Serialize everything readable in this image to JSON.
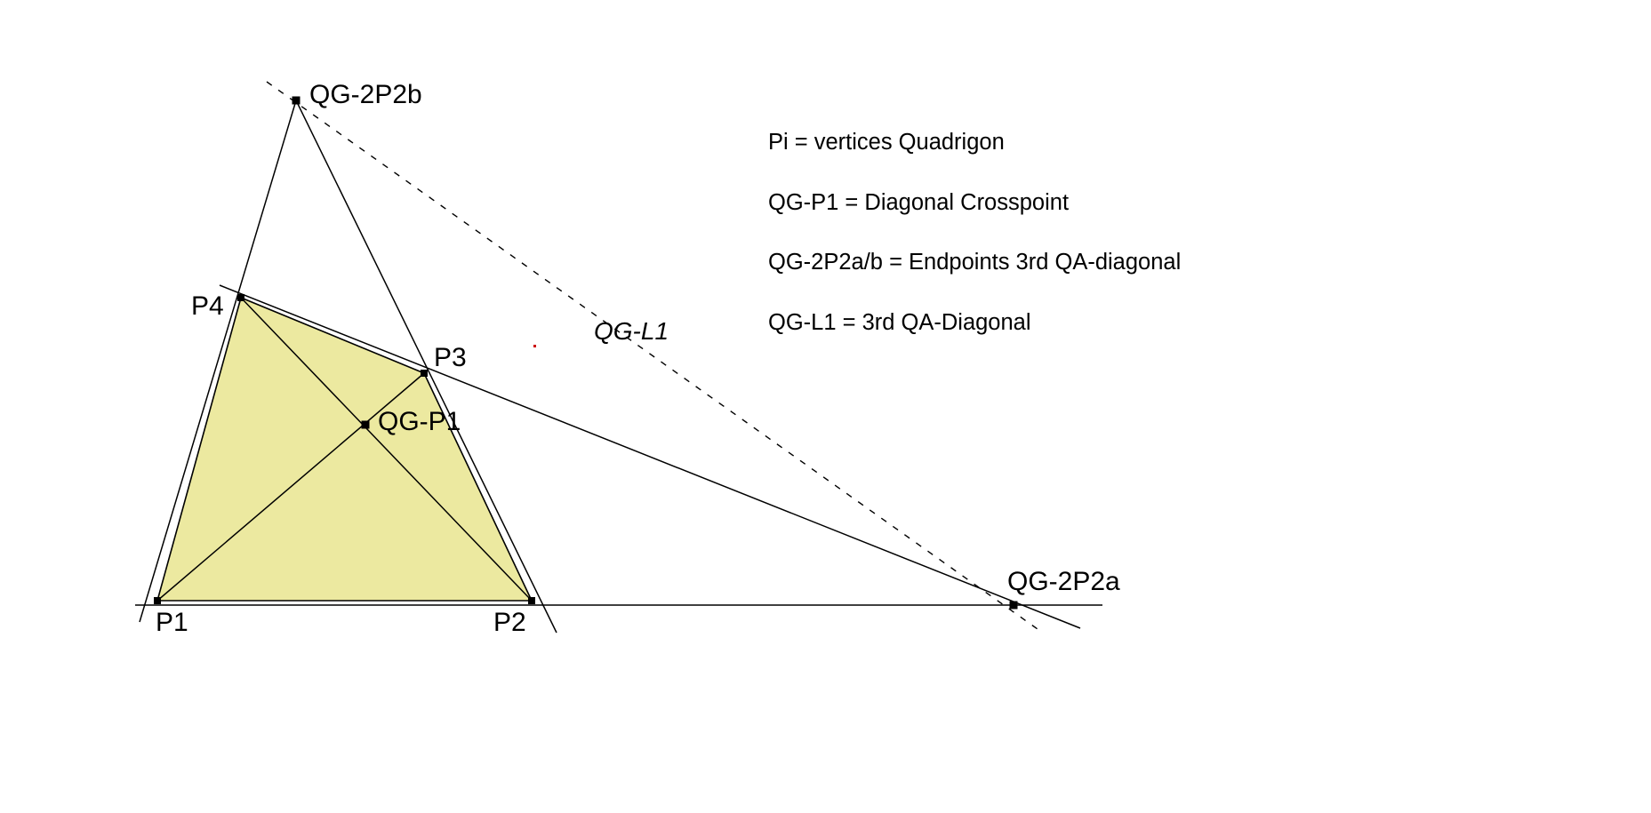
{
  "figure": {
    "title": "Quadrigon with 3rd QA-Diagonal QG-L1",
    "background_color": "#ffffff",
    "fill_color": "#ece9a0",
    "stroke_color": "#000000",
    "marker_color": "#000000",
    "accent_dot_color": "#cc0000"
  },
  "legend": {
    "lines": [
      "Pi = vertices Quadrigon",
      "QG-P1 = Diagonal Crosspoint",
      "QG-2P2a/b = Endpoints 3rd QA-diagonal",
      "QG-L1 = 3rd QA-Diagonal"
    ]
  },
  "labels": {
    "p1": "P1",
    "p2": "P2",
    "p3": "P3",
    "p4": "P4",
    "qg_p1": "QG-P1",
    "qg_2p2a": "QG-2P2a",
    "qg_2p2b": "QG-2P2b",
    "qg_l1": "QG-L1"
  },
  "geometry": {
    "points": {
      "P1": [
        177,
        676
      ],
      "P2": [
        598,
        676
      ],
      "P3": [
        477,
        420
      ],
      "P4": [
        271,
        335
      ],
      "QG-P1": [
        411,
        478
      ],
      "QG-2P2a": [
        1140,
        681
      ],
      "QG-2P2b": [
        333,
        113
      ]
    },
    "quadrilateral": [
      "P1",
      "P2",
      "P3",
      "P4"
    ],
    "diagonals": [
      [
        "P1",
        "P3"
      ],
      [
        "P2",
        "P4"
      ]
    ],
    "extended_lines": [
      {
        "name": "side-P1-P4-extended",
        "from": [
          157,
          700
        ],
        "to": [
          333,
          113
        ]
      },
      {
        "name": "side-P2-P3-extended",
        "from": [
          626,
          712
        ],
        "to": [
          333,
          113
        ]
      },
      {
        "name": "baseline-P1-P2-extended",
        "from": [
          152,
          681
        ],
        "to": [
          1240,
          681
        ]
      },
      {
        "name": "side-P4-P3-extended",
        "from": [
          247,
          321
        ],
        "to": [
          1215,
          707
        ]
      }
    ],
    "dashed_line": {
      "name": "QG-L1",
      "from": [
        300,
        92
      ],
      "to": [
        1167,
        708
      ]
    },
    "accent_dot": [
      600,
      388
    ]
  }
}
